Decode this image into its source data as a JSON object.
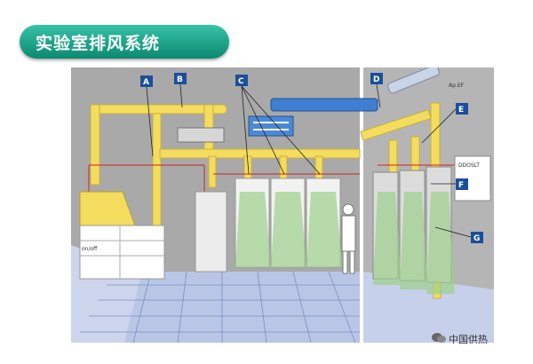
{
  "title": "实验室排风系统",
  "labels": [
    "A",
    "B",
    "C",
    "D",
    "E",
    "F",
    "G"
  ],
  "panel_text": "DDOSLT",
  "onoff_text": "on/off",
  "outlet_text": "Ap.EF",
  "watermark": "中国供热",
  "colors": {
    "banner": "#1aa88c",
    "duct_yellow": "#f4dc5e",
    "duct_blue": "#3f7fd1",
    "marker": "#1b4f9a",
    "wire": "#cc2222"
  }
}
